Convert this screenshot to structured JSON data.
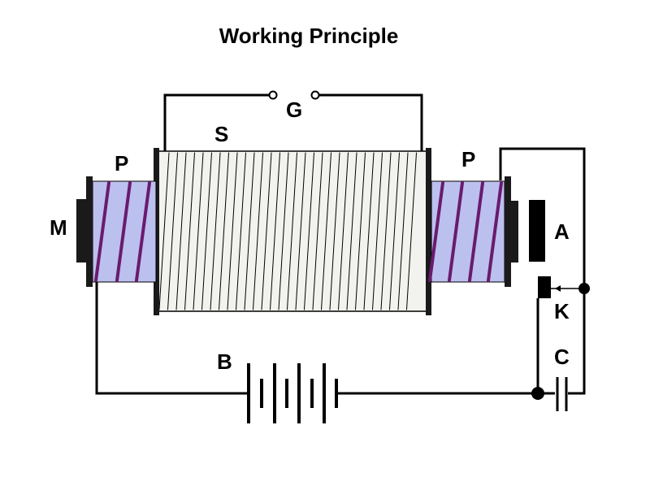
{
  "title": "Working Principle",
  "labels": {
    "galvanometer": "G",
    "secondary": "S",
    "primary_left": "P",
    "primary_right": "P",
    "magnet": "M",
    "armature": "A",
    "key": "K",
    "battery": "B",
    "capacitor": "C"
  },
  "colors": {
    "primary_fill": "#bcc0ee",
    "primary_winding": "#6a1a6e",
    "secondary_fill": "#f2f2ee",
    "secondary_winding": "#000000",
    "wire": "#000000",
    "plate": "#1a1a1a"
  },
  "icons": {
    "battery": "battery-icon",
    "capacitor": "capacitor-icon",
    "galvanometer": "galvanometer-terminals-icon"
  }
}
